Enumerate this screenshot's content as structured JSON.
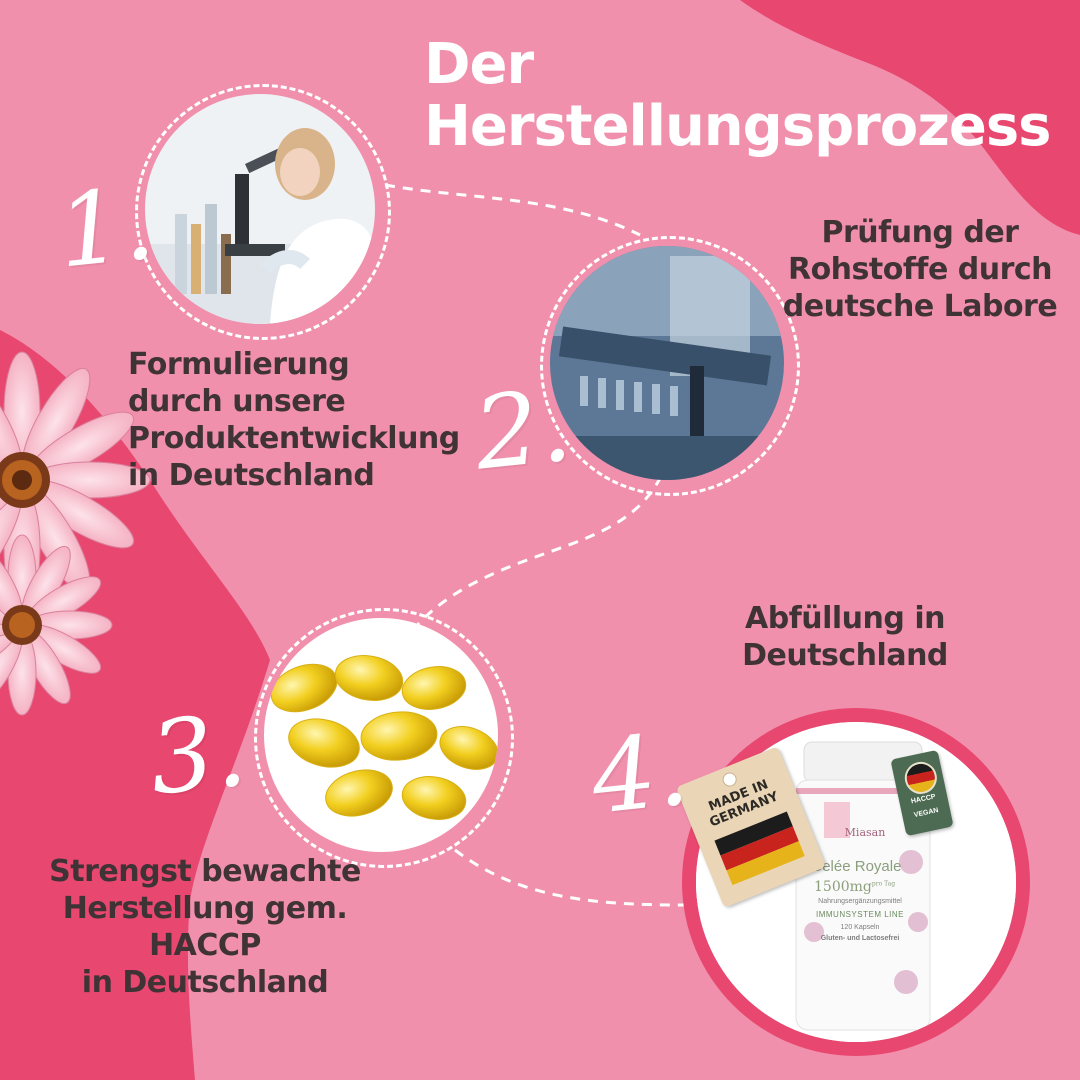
{
  "title": {
    "line1": "Der",
    "line2": "Herstellungsprozess"
  },
  "steps": [
    {
      "number": "1.",
      "caption": [
        "Formulierung",
        "durch unsere",
        "Produktentwicklung",
        "in Deutschland"
      ]
    },
    {
      "number": "2.",
      "caption": [
        "Prüfung der",
        "Rohstoffe durch",
        "deutsche Labore"
      ]
    },
    {
      "number": "3.",
      "caption": [
        "Strengst bewachte",
        "Herstellung gem.",
        "HACCP",
        "in Deutschland"
      ]
    },
    {
      "number": "4.",
      "caption": [
        "Abfüllung in",
        "Deutschland"
      ]
    }
  ],
  "product": {
    "brand": "Miasan",
    "name": "Gelée Royale",
    "dose": "1500mg",
    "dose_suffix": "pro Tag",
    "category": "Nahrungsergänzungsmittel",
    "line": "IMMUNSYSTEM LINE",
    "count": "120 Kapseln",
    "free_from": "Gluten- und Lactosefrei"
  },
  "tags": {
    "made_in": [
      "MADE IN",
      "GERMANY"
    ],
    "haccp": "HACCP",
    "vegan": "VEGAN"
  },
  "colors": {
    "background": "#f190ad",
    "accent": "#e8476f",
    "text": "#3f3336",
    "title": "#ffffff"
  }
}
